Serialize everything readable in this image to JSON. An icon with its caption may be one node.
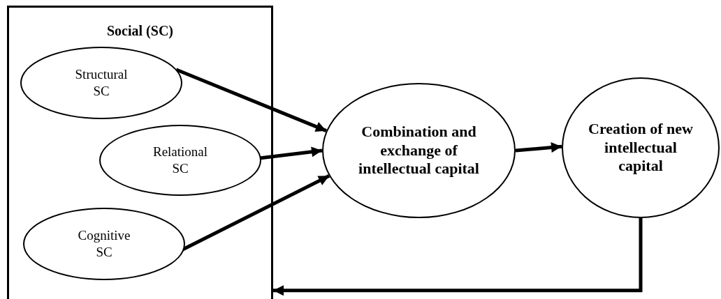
{
  "diagram": {
    "nodes": [
      {
        "text": [
          "Social (SC)"
        ]
      },
      {
        "text": [
          "Structural SC"
        ],
        "in": 0
      },
      {
        "text": [
          "Relational SC"
        ],
        "in": 0
      },
      {
        "text": [
          "Cognitive SC"
        ],
        "in": 0
      },
      {
        "text": [
          "Combination and exchange of intellectual capital"
        ]
      },
      {
        "text": [
          "Creation of new intellectual capital"
        ]
      }
    ],
    "edges": [
      {
        "from": 1,
        "to": 4,
        "arrow": "to"
      },
      {
        "from": 2,
        "to": 4,
        "arrow": "to"
      },
      {
        "from": 3,
        "to": 4,
        "arrow": "to"
      },
      {
        "from": 4,
        "to": 5,
        "arrow": "to"
      },
      {
        "from": 5,
        "to": 0,
        "arrow": "to"
      }
    ]
  }
}
